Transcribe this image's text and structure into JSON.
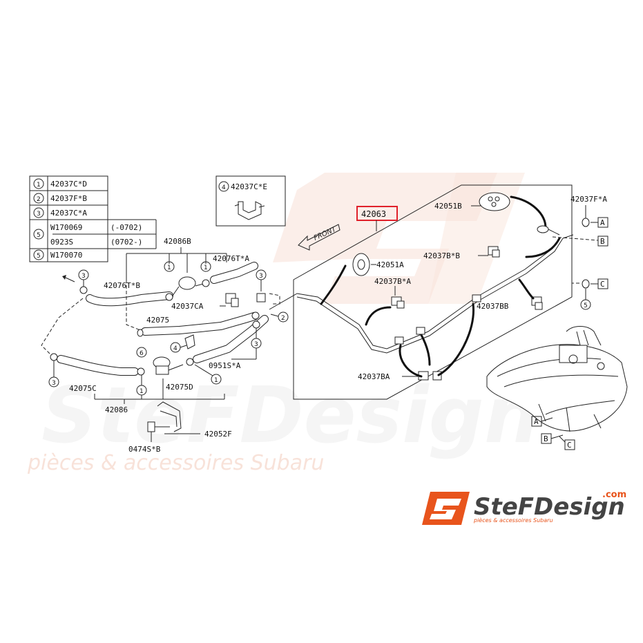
{
  "legend": {
    "rows": [
      {
        "num": "1",
        "part": "42037C*D"
      },
      {
        "num": "2",
        "part": "42037F*B"
      },
      {
        "num": "3",
        "part": "42037C*A"
      },
      {
        "num": "5",
        "part": "W170069",
        "note": "(-0702)"
      },
      {
        "num": "",
        "part": "0923S",
        "note": "(0702-)"
      },
      {
        "num": "5",
        "part": "W170070"
      }
    ]
  },
  "inset": {
    "num": "4",
    "part": "42037C*E"
  },
  "highlighted_part": "42063",
  "front_label": "FRONT",
  "parts": {
    "p42051B": "42051B",
    "p42037FA": "42037F*A",
    "p42037BB_top": "42037B*B",
    "p42051A": "42051A",
    "p42037BA_star": "42037B*A",
    "p42037BB": "42037BB",
    "p42037BA": "42037BA",
    "p42086B": "42086B",
    "p42076TA": "42076T*A",
    "p42076TB": "42076T*B",
    "p42037CA": "42037CA",
    "p42075": "42075",
    "p0951SA": "0951S*A",
    "p42075C": "42075C",
    "p42075D": "42075D",
    "p42086": "42086",
    "p42052F": "42052F",
    "p0474SB": "0474S*B"
  },
  "refs": {
    "a": "A",
    "b": "B",
    "c": "C"
  },
  "circle_nums": {
    "one": "1",
    "two": "2",
    "three": "3",
    "four": "4",
    "five": "5",
    "six": "6"
  },
  "watermark": {
    "brand": "SteFDesign",
    "tagline": "pièces & accessoires Subaru"
  },
  "logo": {
    "brand": "SteFDesign",
    "suffix": ".com",
    "tagline": "pièces & accessoires Subaru",
    "accent": "#e8541c"
  },
  "colors": {
    "highlight": "#e0202a",
    "line": "#222222",
    "watermark": "#f6d8cc"
  }
}
